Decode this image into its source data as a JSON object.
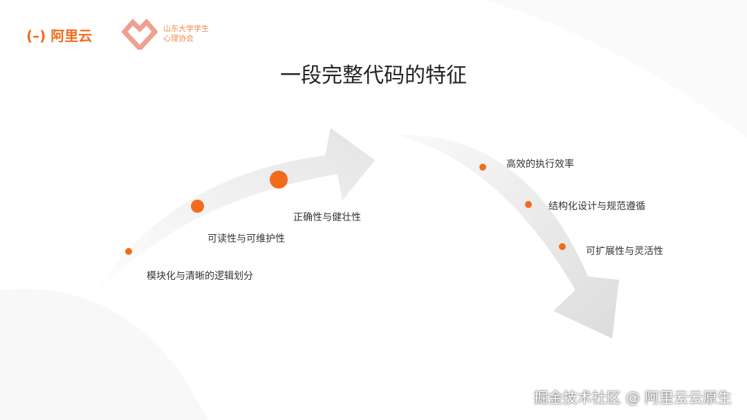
{
  "logos": {
    "aliyun": "阿里云",
    "sdu": "山东大学学生心理协会"
  },
  "title": "一段完整代码的特征",
  "left_items": [
    "模块化与清晰的逻辑划分",
    "可读性与可维护性",
    "正确性与健壮性"
  ],
  "right_items": [
    "高效的执行效率",
    "结构化设计与规范遵循",
    "可扩展性与灵活性"
  ],
  "watermark": "掘金技术社区 @ 阿里云云原生",
  "colors": {
    "accent": "#f26b1d",
    "arrow": "#e6e6e6"
  }
}
